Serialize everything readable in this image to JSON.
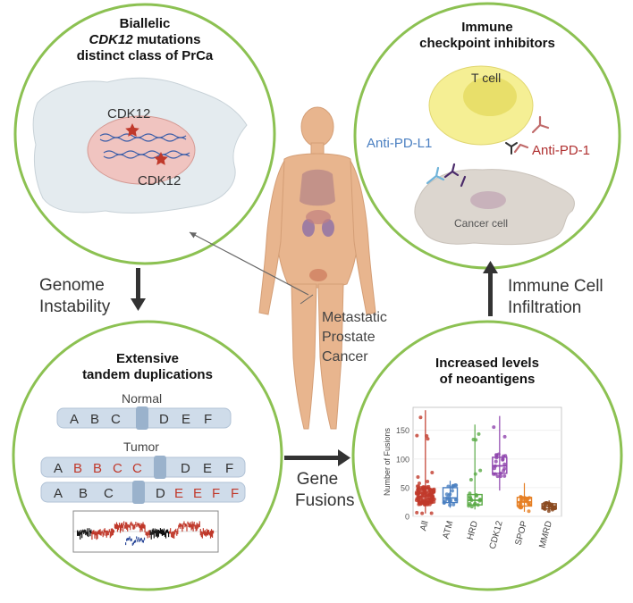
{
  "panel_tl": {
    "title_line1": "Biallelic",
    "title_line2_em": "CDK12",
    "title_line2_rest": " mutations",
    "title_line3": "distinct class of PrCa",
    "gene_label_top": "CDK12",
    "gene_label_bottom": "CDK12"
  },
  "panel_tr": {
    "title_line1": "Immune",
    "title_line2": "checkpoint inhibitors",
    "t_cell": "T cell",
    "anti_pdl1": "Anti-PD-L1",
    "anti_pd1": "Anti-PD-1",
    "cancer_cell": "Cancer cell"
  },
  "panel_bl": {
    "title_line1": "Extensive",
    "title_line2": "tandem duplications",
    "normal_label": "Normal",
    "tumor_label": "Tumor",
    "normal_left": [
      "A",
      "B",
      "C"
    ],
    "normal_right": [
      "D",
      "E",
      "F"
    ],
    "tumor1_left": [
      "A",
      "B",
      "B",
      "C",
      "C"
    ],
    "tumor1_right": [
      "D",
      "E",
      "F"
    ],
    "tumor2_left": [
      "A",
      "B",
      "C"
    ],
    "tumor2_right": [
      "D",
      "E",
      "E",
      "F",
      "F"
    ]
  },
  "panel_br": {
    "title_line1": "Increased levels",
    "title_line2": "of neoantigens"
  },
  "center": {
    "line1": "Metastatic",
    "line2": "Prostate",
    "line3": "Cancer"
  },
  "arrows": {
    "genome_line1": "Genome",
    "genome_line2": "Instability",
    "immune_line1": "Immune Cell",
    "immune_line2": "Infiltration",
    "fusion_line1": "Gene",
    "fusion_line2": "Fusions"
  },
  "colors": {
    "circle_border": "#8cc152",
    "red": "#c0392b",
    "blue_label": "#4a7fc1",
    "red_label": "#b03030",
    "skin": "#e8b58e"
  },
  "chart_data": {
    "type": "box",
    "ylabel": "Number of Fusions",
    "categories": [
      "All",
      "ATM",
      "HRD",
      "CDK12",
      "SPOP",
      "MMRD"
    ],
    "ylim": [
      0,
      190
    ],
    "yticks": [
      0,
      50,
      100,
      150
    ],
    "series": [
      {
        "category": "All",
        "color": "#c0392b",
        "median": 35,
        "q1": 25,
        "q3": 48,
        "whisker_low": 5,
        "whisker_high": 185
      },
      {
        "category": "ATM",
        "color": "#4a7fc1",
        "median": 32,
        "q1": 24,
        "q3": 50,
        "whisker_low": 15,
        "whisker_high": 62
      },
      {
        "category": "HRD",
        "color": "#5aaa46",
        "median": 28,
        "q1": 20,
        "q3": 38,
        "whisker_low": 12,
        "whisker_high": 160
      },
      {
        "category": "CDK12",
        "color": "#8e44ad",
        "median": 88,
        "q1": 75,
        "q3": 103,
        "whisker_low": 45,
        "whisker_high": 175
      },
      {
        "category": "SPOP",
        "color": "#e67e22",
        "median": 25,
        "q1": 18,
        "q3": 33,
        "whisker_low": 8,
        "whisker_high": 58
      },
      {
        "category": "MMRD",
        "color": "#8b4a1f",
        "median": 18,
        "q1": 13,
        "q3": 22,
        "whisker_low": 9,
        "whisker_high": 28
      }
    ]
  }
}
